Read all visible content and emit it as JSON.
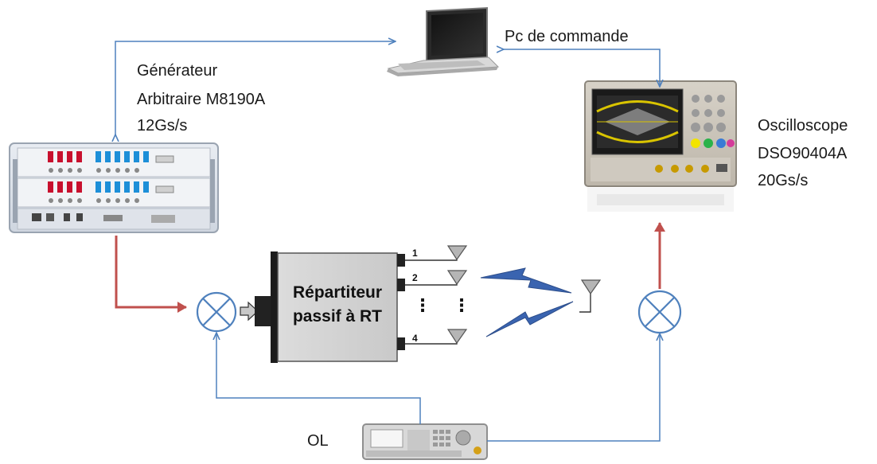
{
  "labels": {
    "pc": "Pc de commande",
    "generator_line1": "Générateur",
    "generator_line2": "Arbitraire M8190A",
    "generator_line3": "12Gs/s",
    "osc_line1": "Oscilloscope",
    "osc_line2": "DSO90404A",
    "osc_line3": "20Gs/s",
    "ol": "OL",
    "splitter_line1": "Répartiteur",
    "splitter_line2": "passif à RT"
  },
  "ports": [
    "1",
    "2",
    "⋮",
    "4"
  ],
  "colors": {
    "signal_red": "#c0504d",
    "control_blue": "#4f81bd",
    "mixer_blue": "#4f81bd",
    "lightning": "#3a64b0"
  }
}
